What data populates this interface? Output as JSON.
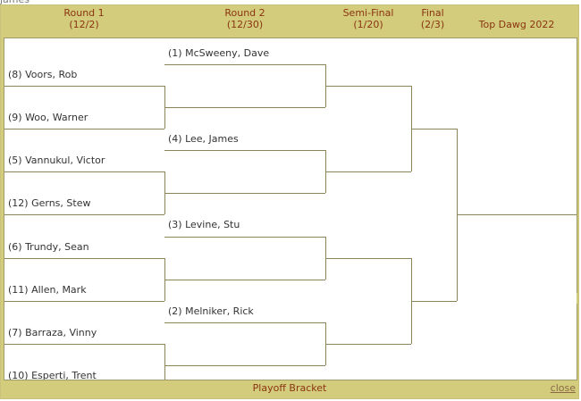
{
  "background_fragment": "james",
  "header": {
    "round1": [
      "Round 1",
      "(12/2)"
    ],
    "round2": [
      "Round 2",
      "(12/30)"
    ],
    "semifinal": [
      "Semi-Final",
      "(1/20)"
    ],
    "final": [
      "Final",
      "(2/3)"
    ],
    "champion": "Top Dawg 2022"
  },
  "round1": [
    "(8) Voors, Rob",
    "(9) Woo, Warner",
    "(5) Vannukul, Victor",
    "(12) Gerns, Stew",
    "(6) Trundy, Sean",
    "(11) Allen, Mark",
    "(7) Barraza, Vinny",
    "(10) Esperti, Trent"
  ],
  "round2": [
    "(1) McSweeny, Dave",
    "(4) Lee, James",
    "(3) Levine, Stu",
    "(2) Melniker, Rick"
  ],
  "footer": {
    "title": "Playoff Bracket",
    "close": "close"
  },
  "colors": {
    "frame": "#d3cc7d",
    "header_text": "#8a3410",
    "lines": "#8a8556"
  }
}
